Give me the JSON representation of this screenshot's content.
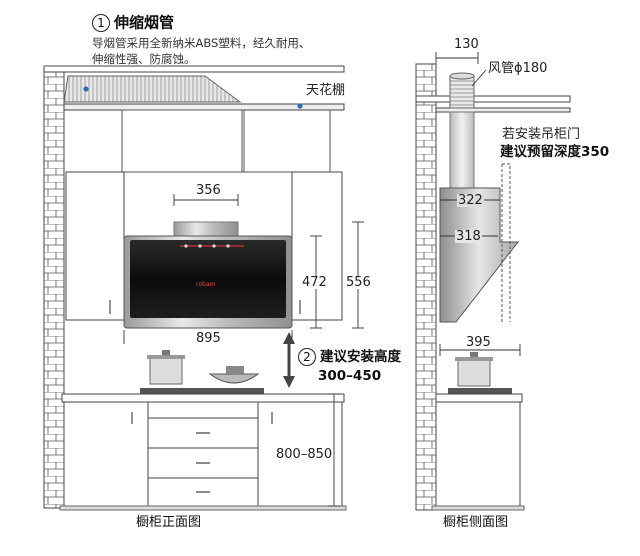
{
  "annotations": {
    "duct_num": "1",
    "duct_title": "伸缩烟管",
    "duct_desc_line1": "导烟管采用全新纳米ABS塑料，经久耐用、",
    "duct_desc_line2": "伸缩性强、防腐蚀。",
    "ceiling": "天花棚",
    "height_num": "2",
    "height_title": "建议安装高度",
    "height_value": "300–450",
    "side_duct_label": "风管ϕ180",
    "side_top_width": "130",
    "cabinet_door_line1": "若安装吊柜门",
    "cabinet_door_line2": "建议预留深度350"
  },
  "dimensions": {
    "front_hood_top": "356",
    "front_hood_height": "472",
    "front_hood_total": "556",
    "front_hood_width": "895",
    "front_counter_height": "800–850",
    "side_top_depth": "322",
    "side_inner_depth": "318",
    "side_hood_depth": "395"
  },
  "captions": {
    "front_view": "橱柜正面图",
    "side_view": "橱柜侧面图"
  },
  "hood_brand": "robam"
}
